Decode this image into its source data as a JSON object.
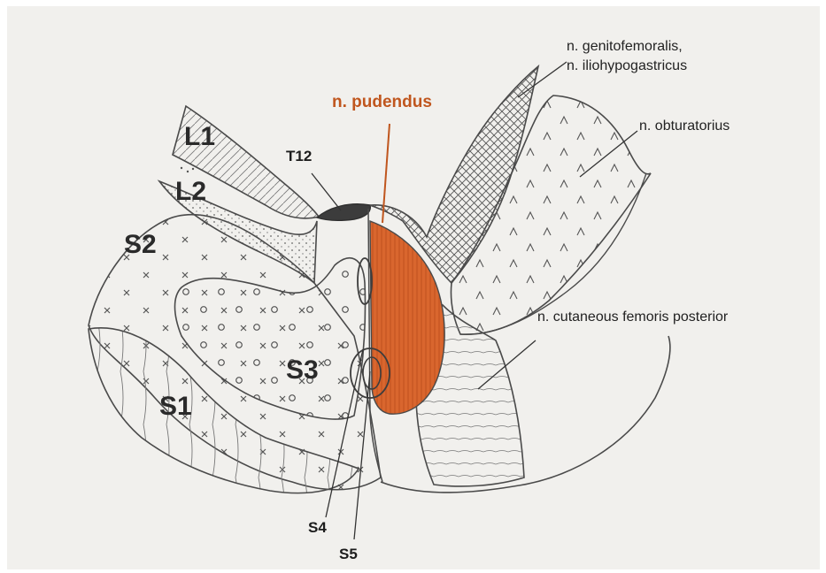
{
  "labels": {
    "pudendus": "n. pudendus",
    "genito_line1": "n. genitofemoralis,",
    "genito_line2": "n. iliohypogastricus",
    "obturatorius": "n. obturatorius",
    "cut_fem_post": "n. cutaneous femoris posterior",
    "t12": "T12",
    "l1": "L1",
    "l2": "L2",
    "s1": "S1",
    "s2": "S2",
    "s3": "S3",
    "s4": "S4",
    "s5": "S5"
  },
  "colors": {
    "paper": "#f1f0ed",
    "pencil": "#4a4a4a",
    "pudendus_fill": "#d9662e",
    "pudendus_text": "#c0561e"
  }
}
